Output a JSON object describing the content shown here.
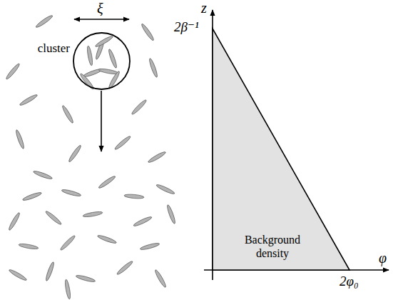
{
  "diagram": {
    "nodes": [
      {
        "text": [
          "cluster"
        ]
      },
      {
        "text": [
          "Background density"
        ]
      }
    ],
    "labels": [
      "ξ",
      "z",
      "2β⁻¹",
      "φ",
      "2φ₀"
    ]
  }
}
